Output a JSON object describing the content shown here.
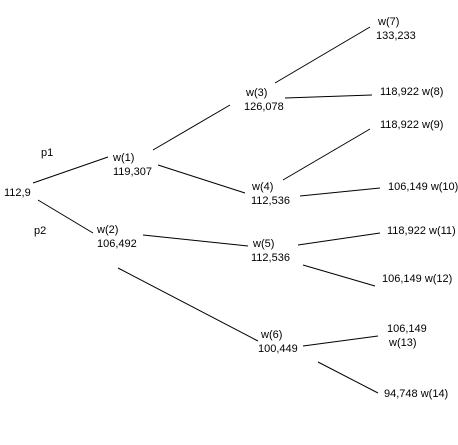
{
  "root": {
    "value": "112,9"
  },
  "probabilities": {
    "p1": "p1",
    "p2": "p2"
  },
  "nodes": {
    "w1": {
      "name": "w(1)",
      "value": "119,307"
    },
    "w2": {
      "name": "w(2)",
      "value": "106,492"
    },
    "w3": {
      "name": "w(3)",
      "value": "126,078"
    },
    "w4": {
      "name": "w(4)",
      "value": "112,536"
    },
    "w5": {
      "name": "w(5)",
      "value": "112,536"
    },
    "w6": {
      "name": "w(6)",
      "value": "100,449"
    },
    "w7": {
      "name": "w(7)",
      "value": "133,233"
    },
    "w8": {
      "name": "w(8)",
      "value": "118,922"
    },
    "w9": {
      "name": "w(9)",
      "value": "118,922"
    },
    "w10": {
      "name": "w(10)",
      "value": "106,149"
    },
    "w11": {
      "name": "w(11)",
      "value": "118,922"
    },
    "w12": {
      "name": "w(12)",
      "value": "106,149"
    },
    "w13": {
      "name": "w(13)",
      "value": "106,149"
    },
    "w14": {
      "name": "w(14)",
      "value": "94,748"
    }
  }
}
